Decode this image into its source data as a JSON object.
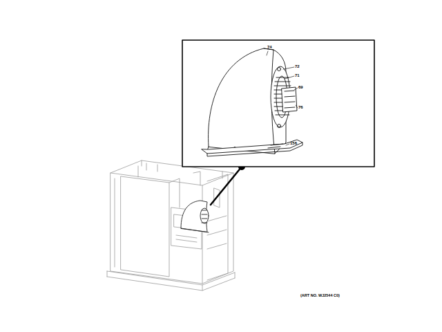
{
  "diagram": {
    "labels": [
      "74",
      "72",
      "71",
      "69",
      "76",
      "156",
      "(ART NO. WJ2544 C0)"
    ]
  }
}
